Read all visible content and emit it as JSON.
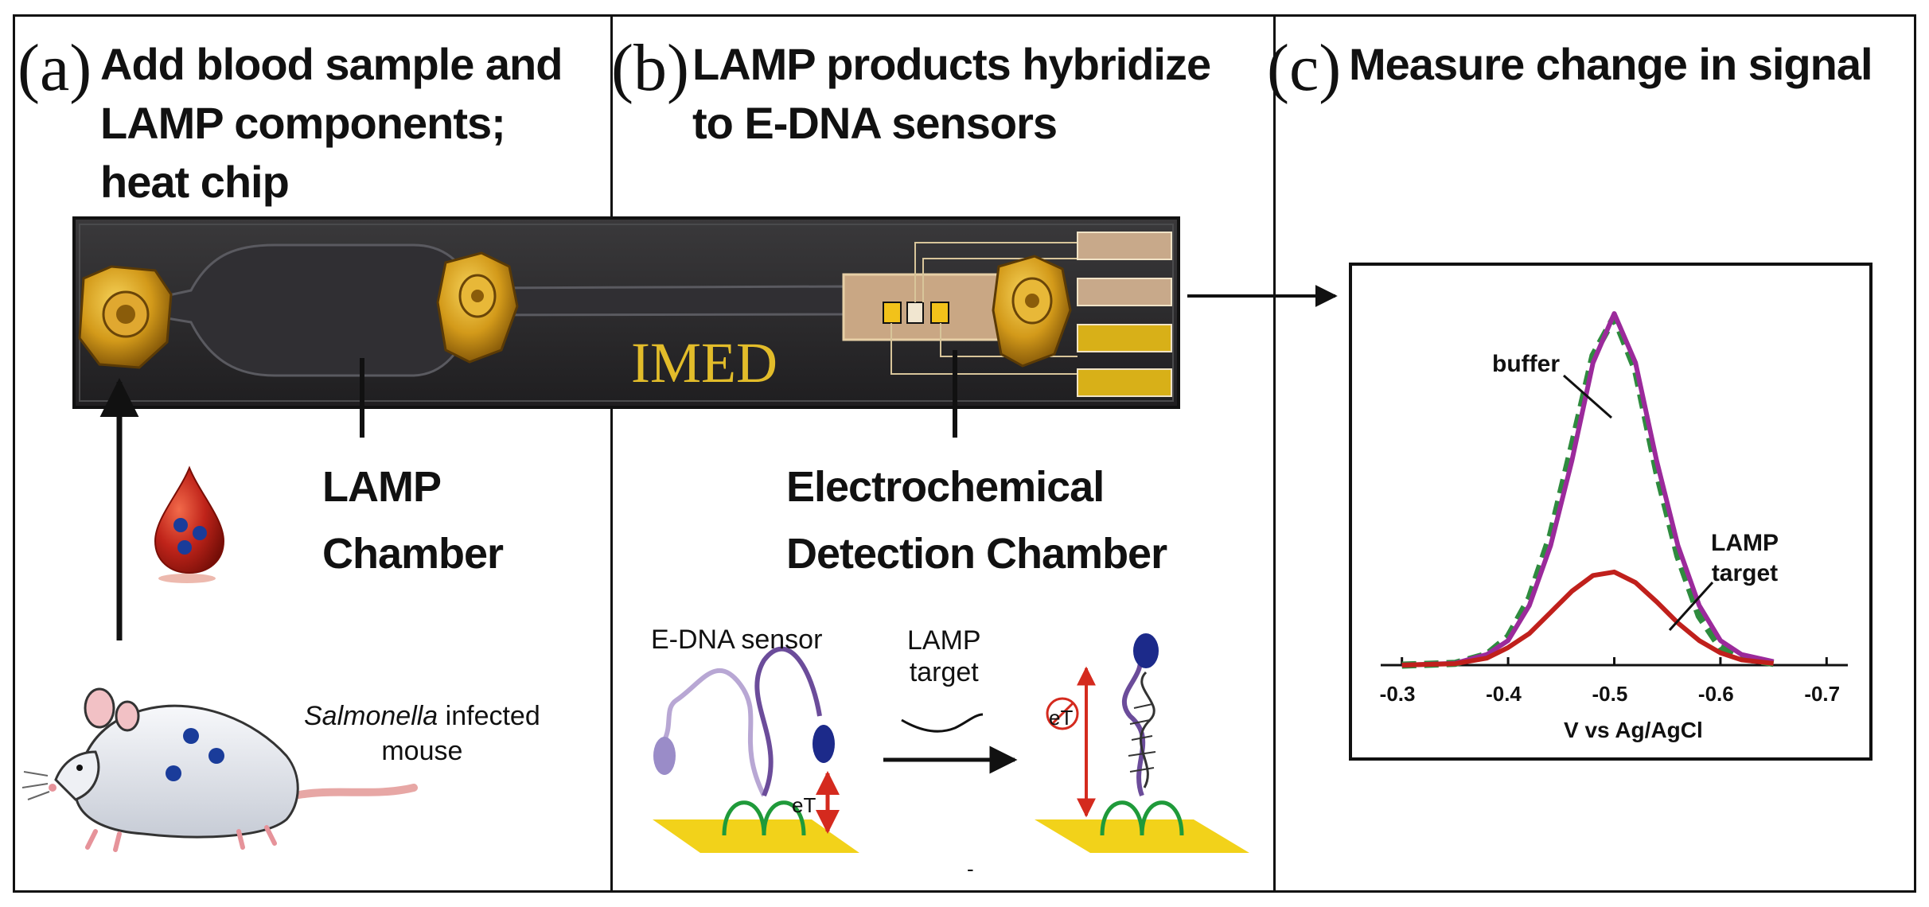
{
  "panels": [
    {
      "letter": "(a)",
      "heading_lines": [
        "Add blood sample and",
        "LAMP components;",
        "heat chip"
      ]
    },
    {
      "letter": "(b)",
      "heading_lines": [
        "LAMP products hybridize",
        "to E-DNA sensors"
      ]
    },
    {
      "letter": "(c)",
      "heading_lines": [
        "Measure change in signal"
      ]
    }
  ],
  "chip": {
    "brand": "IMED"
  },
  "labels": {
    "lamp_chamber": [
      "LAMP",
      "Chamber"
    ],
    "detection_chamber": [
      "Electrochemical",
      "Detection Chamber"
    ],
    "salmonella": "Salmonella",
    "infected": " infected",
    "mouse": "mouse",
    "edna_sensor": "E-DNA sensor",
    "lamp_target": [
      "LAMP",
      "target"
    ],
    "et": "eT",
    "et_blocked": "eT",
    "dash": "-"
  },
  "colors": {
    "chip_body": "#2b2a2c",
    "gold": "#d9b21c",
    "amber": "#c88a12",
    "blood": "#b81c12",
    "sensor_surface": "#f2d21a",
    "linker": "#1f9a3a",
    "dna_strand": "#6b4c9a",
    "redox_tag": "#1c2a8a",
    "buffer_series": "#9b2a9b",
    "buffer_fit": "#2e8b3e",
    "target_series": "#c0201c"
  },
  "chart_data": {
    "type": "line",
    "title": "",
    "xlabel": "V vs Ag/AgCl",
    "ylabel": "",
    "x_ticks": [
      "-0.3",
      "-0.4",
      "-0.5",
      "-0.6",
      "-0.7"
    ],
    "xlim": [
      -0.28,
      -0.72
    ],
    "ylim": [
      0,
      1.05
    ],
    "series": [
      {
        "name": "buffer",
        "style": "solid",
        "color": "#9b2a9b",
        "x": [
          -0.3,
          -0.35,
          -0.38,
          -0.4,
          -0.42,
          -0.44,
          -0.46,
          -0.48,
          -0.5,
          -0.52,
          -0.54,
          -0.56,
          -0.58,
          -0.6,
          -0.62,
          -0.65
        ],
        "y": [
          0,
          0.005,
          0.03,
          0.07,
          0.17,
          0.34,
          0.58,
          0.86,
          1.0,
          0.86,
          0.58,
          0.34,
          0.17,
          0.07,
          0.03,
          0.01
        ]
      },
      {
        "name": "buffer",
        "style": "dashed",
        "color": "#2e8b3e",
        "x": [
          -0.3,
          -0.35,
          -0.38,
          -0.4,
          -0.42,
          -0.44,
          -0.46,
          -0.48,
          -0.5,
          -0.52,
          -0.54,
          -0.56,
          -0.58,
          -0.6,
          -0.62,
          -0.65
        ],
        "y": [
          0,
          0.005,
          0.03,
          0.08,
          0.19,
          0.37,
          0.62,
          0.88,
          0.99,
          0.84,
          0.55,
          0.31,
          0.14,
          0.05,
          0.02,
          0.005
        ]
      },
      {
        "name": "LAMP target",
        "style": "solid",
        "color": "#c0201c",
        "x": [
          -0.3,
          -0.35,
          -0.38,
          -0.4,
          -0.42,
          -0.44,
          -0.46,
          -0.48,
          -0.5,
          -0.52,
          -0.54,
          -0.56,
          -0.58,
          -0.6,
          -0.62,
          -0.65
        ],
        "y": [
          0,
          0.004,
          0.02,
          0.05,
          0.09,
          0.15,
          0.21,
          0.255,
          0.265,
          0.235,
          0.18,
          0.12,
          0.07,
          0.035,
          0.015,
          0.005
        ]
      }
    ],
    "annotations": [
      "buffer",
      "LAMP target"
    ]
  }
}
